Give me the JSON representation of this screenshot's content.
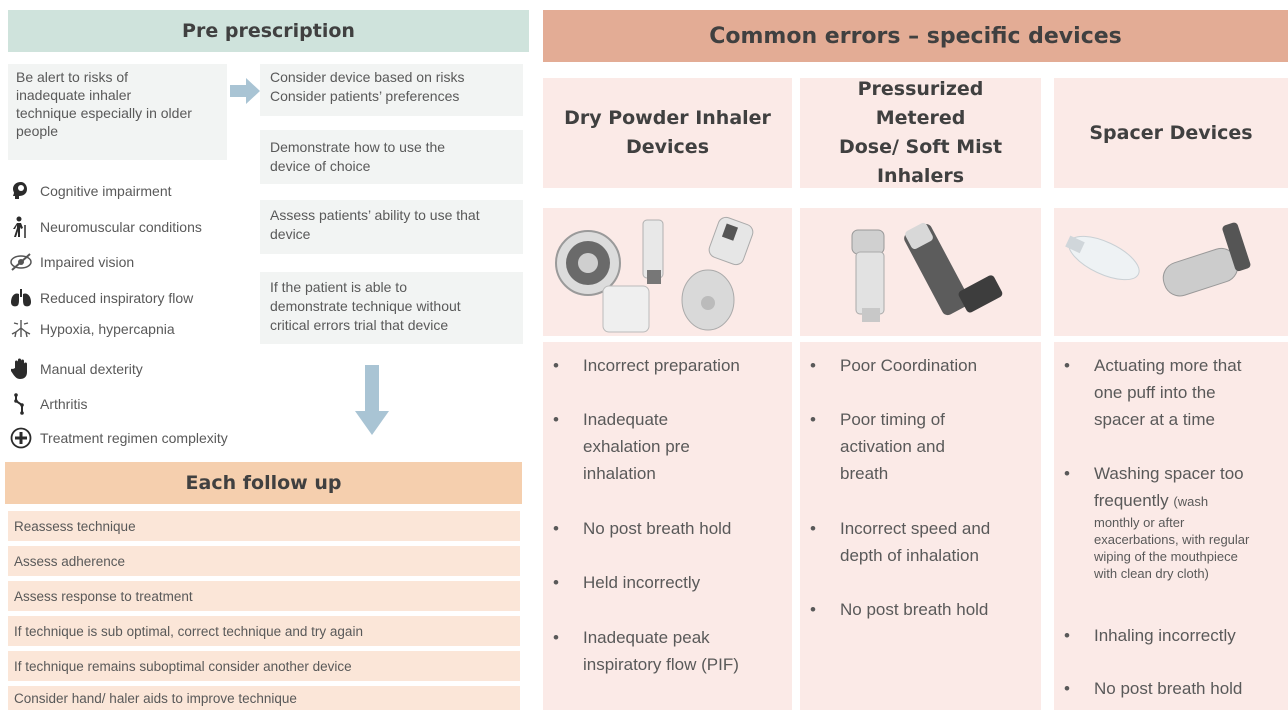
{
  "pre_prescription": {
    "title": "Pre prescription",
    "alert_lines": [
      "Be alert to risks of",
      "inadequate inhaler",
      "technique especially in older",
      "people"
    ],
    "steps": [
      {
        "lines": [
          "Consider device based on risks",
          "Consider patients’ preferences"
        ]
      },
      {
        "lines": [
          "Demonstrate how to use the",
          "device of choice"
        ]
      },
      {
        "lines": [
          "Assess patients’ ability to use that",
          "device"
        ]
      },
      {
        "lines": [
          "If the patient is able to",
          "demonstrate technique without",
          "critical errors trial that device"
        ]
      }
    ],
    "risks": [
      {
        "icon": "brain-head-icon",
        "label": "Cognitive impairment"
      },
      {
        "icon": "walking-cane-icon",
        "label": "Neuromuscular conditions"
      },
      {
        "icon": "eye-slash-icon",
        "label": "Impaired vision"
      },
      {
        "icon": "lungs-icon",
        "label": "Reduced inspiratory flow"
      },
      {
        "icon": "bronchi-icon",
        "label": "Hypoxia, hypercapnia"
      },
      {
        "icon": "hand-icon",
        "label": "Manual dexterity"
      },
      {
        "icon": "joint-icon",
        "label": "Arthritis"
      },
      {
        "icon": "plus-circle-icon",
        "label": "Treatment regimen complexity"
      }
    ]
  },
  "follow_up": {
    "title": "Each follow up",
    "items": [
      "Reassess technique",
      "Assess adherence",
      "Assess response to treatment",
      "If technique is sub optimal, correct technique and try again",
      "If technique remains suboptimal consider another device",
      "Consider hand/ haler aids to improve technique"
    ]
  },
  "common_errors": {
    "title": "Common errors – specific devices",
    "devices": [
      {
        "title_lines": [
          "Dry Powder Inhaler",
          "Devices"
        ],
        "image": "dry-powder-inhalers-image",
        "errors": [
          {
            "lines": [
              "Incorrect preparation"
            ]
          },
          {
            "lines": [
              "Inadequate",
              "exhalation pre",
              "inhalation"
            ]
          },
          {
            "lines": [
              "No post breath hold"
            ]
          },
          {
            "lines": [
              "Held incorrectly"
            ]
          },
          {
            "lines": [
              "Inadequate peak",
              "inspiratory flow (PIF)"
            ]
          }
        ]
      },
      {
        "title_lines": [
          "Pressurized Metered",
          "Dose/ Soft Mist",
          "Inhalers"
        ],
        "image": "metered-dose-inhalers-image",
        "errors": [
          {
            "lines": [
              "Poor Coordination"
            ]
          },
          {
            "lines": [
              "Poor timing of",
              "activation and",
              "breath"
            ]
          },
          {
            "lines": [
              "Incorrect speed and",
              "depth of inhalation"
            ]
          },
          {
            "lines": [
              "No post breath hold"
            ]
          }
        ]
      },
      {
        "title_lines": [
          "Spacer Devices"
        ],
        "image": "spacer-devices-image",
        "errors": [
          {
            "lines": [
              "Actuating more that",
              "one puff into the",
              "spacer at a time"
            ]
          },
          {
            "lines": [
              "Washing spacer too",
              "frequently"
            ],
            "note_inline": "(wash",
            "note_lines": [
              "monthly or after",
              "exacerbations, with regular",
              "wiping of the mouthpiece",
              "with clean dry cloth)"
            ]
          },
          {
            "lines": [
              "Inhaling incorrectly"
            ]
          },
          {
            "lines": [
              "No post breath hold"
            ]
          }
        ]
      }
    ]
  },
  "colors": {
    "pre_header": "#cfe3dc",
    "follow_header": "#f5cfae",
    "follow_row": "#fbe6d8",
    "common_header": "#e3ac95",
    "device_panel": "#fbeae7",
    "arrow": "#a9c4d4"
  }
}
